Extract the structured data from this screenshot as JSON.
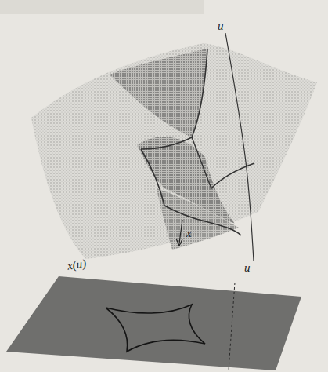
{
  "diagram": {
    "labels": [
      "u",
      "u",
      "x",
      "x(u)"
    ]
  }
}
